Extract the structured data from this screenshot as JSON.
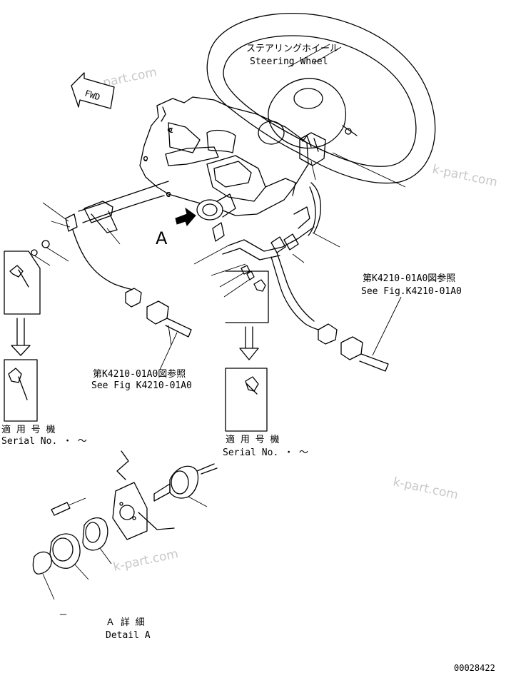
{
  "steering_wheel": {
    "label_jp": "ステアリングホイール",
    "label_en": "Steering Wheel"
  },
  "fwd_label": "FWD",
  "view_label": "A",
  "ref_right": {
    "jp": "第K4210-01A0図参照",
    "en": "See Fig.K4210-01A0"
  },
  "ref_left": {
    "jp": "第K4210-01A0図参照",
    "en": "See Fig K4210-01A0"
  },
  "serial_left": {
    "jp": "適 用 号 機",
    "en": "Serial No.  ・ ～"
  },
  "serial_mid": {
    "jp": "適 用 号 機",
    "en": "Serial No.  ・ ～"
  },
  "detail": {
    "jp": "Ａ 詳 細",
    "en": "Detail A"
  },
  "detail_dash": "－",
  "drawing_number": "00028422",
  "watermarks": [
    "k-part.com",
    "k-part.com",
    "k-part.com",
    "k-part.com"
  ]
}
